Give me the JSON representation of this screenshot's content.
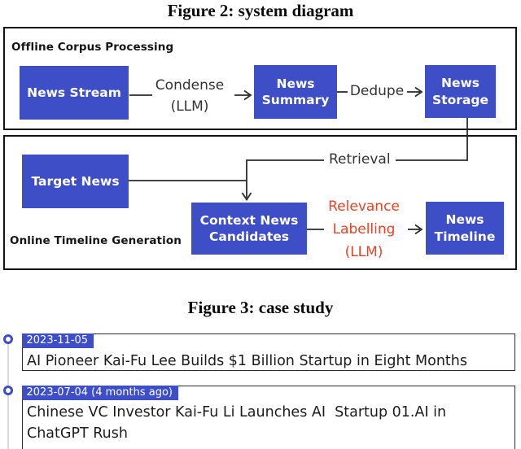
{
  "figure2": {
    "title": "Figure 2: system diagram",
    "offline": {
      "label": "Offline Corpus Processing",
      "nodes": {
        "news_stream": "News Stream",
        "news_summary": "News\nSummary",
        "news_storage": "News\nStorage"
      },
      "edges": {
        "condense": "Condense\n(LLM)",
        "dedupe": "Dedupe"
      }
    },
    "online": {
      "label": "Online Timeline Generation",
      "nodes": {
        "target_news": "Target News",
        "context_candidates": "Context News\nCandidates",
        "news_timeline": "News\nTimeline"
      },
      "edges": {
        "retrieval": "Retrieval",
        "relevance_labelling": "Relevance\nLabelling\n(LLM)"
      }
    }
  },
  "figure3": {
    "title": "Figure 3: case study",
    "entries": [
      {
        "date": "2023-11-05",
        "headline": "AI Pioneer Kai-Fu Lee Builds $1 Billion Startup in Eight Months"
      },
      {
        "date": "2023-07-04 (4 months ago)",
        "headline": "Chinese VC Investor Kai-Fu Li Launches AI  Startup 01.AI in ChatGPT Rush"
      }
    ]
  },
  "colors": {
    "node_blue": "#3d4ec6",
    "relevance_red": "#e84326",
    "connector_dark": "#2b2b2b",
    "timeline_gray": "#d9d9e2"
  }
}
